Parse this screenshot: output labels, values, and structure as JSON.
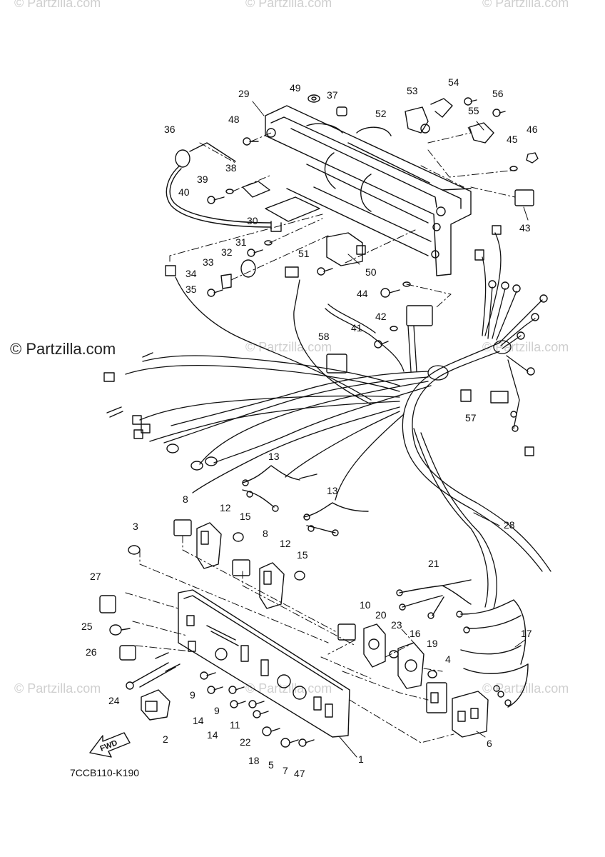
{
  "watermarks": {
    "text": "© Partzilla.com",
    "brand": "© Partzilla.com"
  },
  "diagram": {
    "code": "7CCB110-K190",
    "fwd_label": "FWD",
    "callouts": [
      "1",
      "2",
      "3",
      "4",
      "5",
      "6",
      "7",
      "8",
      "8",
      "9",
      "9",
      "10",
      "11",
      "12",
      "12",
      "13",
      "13",
      "14",
      "14",
      "15",
      "15",
      "16",
      "17",
      "18",
      "19",
      "20",
      "21",
      "22",
      "23",
      "24",
      "25",
      "26",
      "27",
      "28",
      "29",
      "30",
      "31",
      "32",
      "33",
      "34",
      "35",
      "36",
      "37",
      "38",
      "39",
      "40",
      "41",
      "42",
      "43",
      "44",
      "45",
      "46",
      "47",
      "48",
      "49",
      "50",
      "51",
      "52",
      "53",
      "54",
      "55",
      "56",
      "57",
      "58"
    ]
  }
}
